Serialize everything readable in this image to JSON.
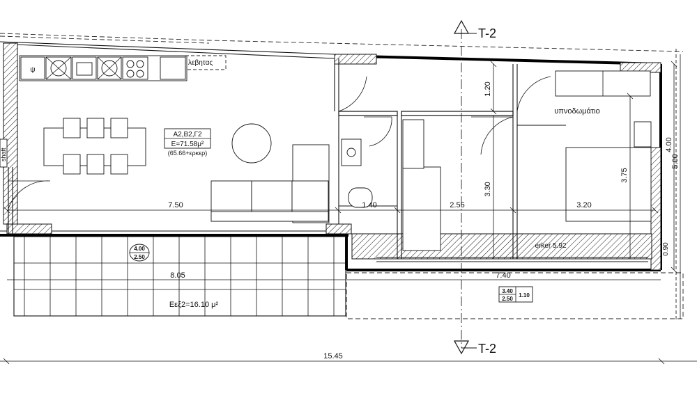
{
  "section_markers": {
    "top": "T-2",
    "bottom": "T-2"
  },
  "rooms": {
    "living_tag": "Α2,Β2,Γ2",
    "living_area": "Ε=71.58μ²",
    "living_area_note": "(65.66+ερκερ)",
    "bedroom": "υπνοδωμάτιο",
    "boiler": "λεβητας",
    "shaft": "shaft",
    "sink": "ψ"
  },
  "balconies": {
    "front_tag_top": "4.00",
    "front_tag_bottom": "2.50",
    "front_area": "Εεξ2=16.10 μ²",
    "rear_tag_top": "3.40",
    "rear_tag_bottom": "2.50",
    "rear_tag_side": "1.10",
    "erker": "erker 5.92"
  },
  "dimensions": {
    "living_width": "7.50",
    "bath_width": "1.40",
    "hall_width": "2.55",
    "bedroom_width": "3.20",
    "hall_depth": "1.20",
    "hall_height": "3.30",
    "bedroom_depth": "3.75",
    "side_inner": "4.00",
    "side_outer": "5.00",
    "small_side": "0.90",
    "balcony_width": "8.05",
    "rear_width": "7.40",
    "total_width": "15.45"
  }
}
